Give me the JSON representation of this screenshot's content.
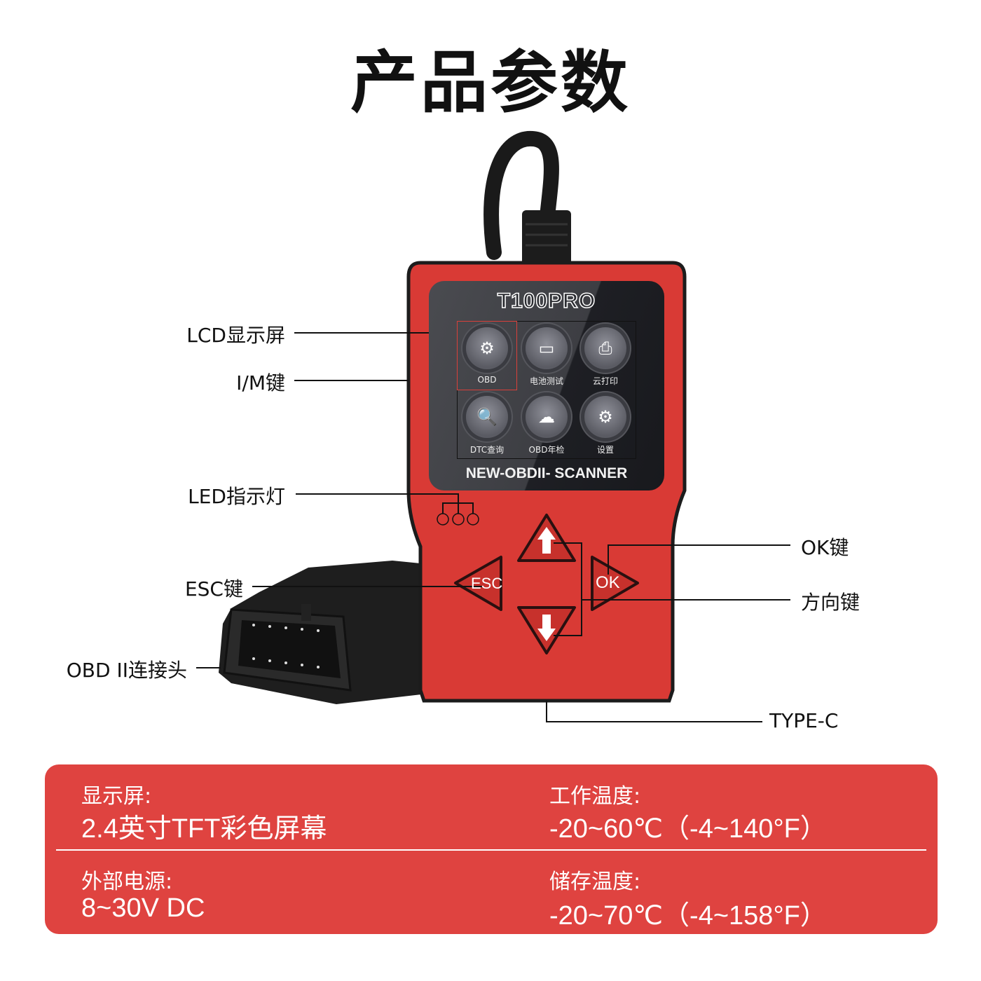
{
  "title": "产品参数",
  "device": {
    "brand": "T100PRO",
    "screen_footer": "NEW-OBDII- SCANNER",
    "menu": [
      {
        "label": "OBD",
        "icon": "engine-icon",
        "selected": true
      },
      {
        "label": "电池测试",
        "icon": "battery-icon"
      },
      {
        "label": "云打印",
        "icon": "printer-icon"
      },
      {
        "label": "DTC查询",
        "icon": "car-search-icon"
      },
      {
        "label": "OBD年检",
        "icon": "cloud-obd-icon"
      },
      {
        "label": "设置",
        "icon": "settings-icon"
      }
    ],
    "buttons": {
      "esc": "ESC",
      "ok": "OK"
    },
    "colors": {
      "body": "#d93a35",
      "panel": "#df4340"
    }
  },
  "callouts": {
    "lcd": "LCD显示屏",
    "im": "I/M键",
    "led": "LED指示灯",
    "esc": "ESC键",
    "obd": "OBD II连接头",
    "ok": "OK键",
    "direction": "方向键",
    "typec": "TYPE-C"
  },
  "specs": [
    {
      "key": "显示屏:",
      "value": "2.4英寸TFT彩色屏幕"
    },
    {
      "key": "工作温度:",
      "value": "-20~60℃（-4~140°F）"
    },
    {
      "key": "外部电源:",
      "value": "8~30V DC"
    },
    {
      "key": "储存温度:",
      "value": "-20~70℃（-4~158°F）"
    }
  ]
}
